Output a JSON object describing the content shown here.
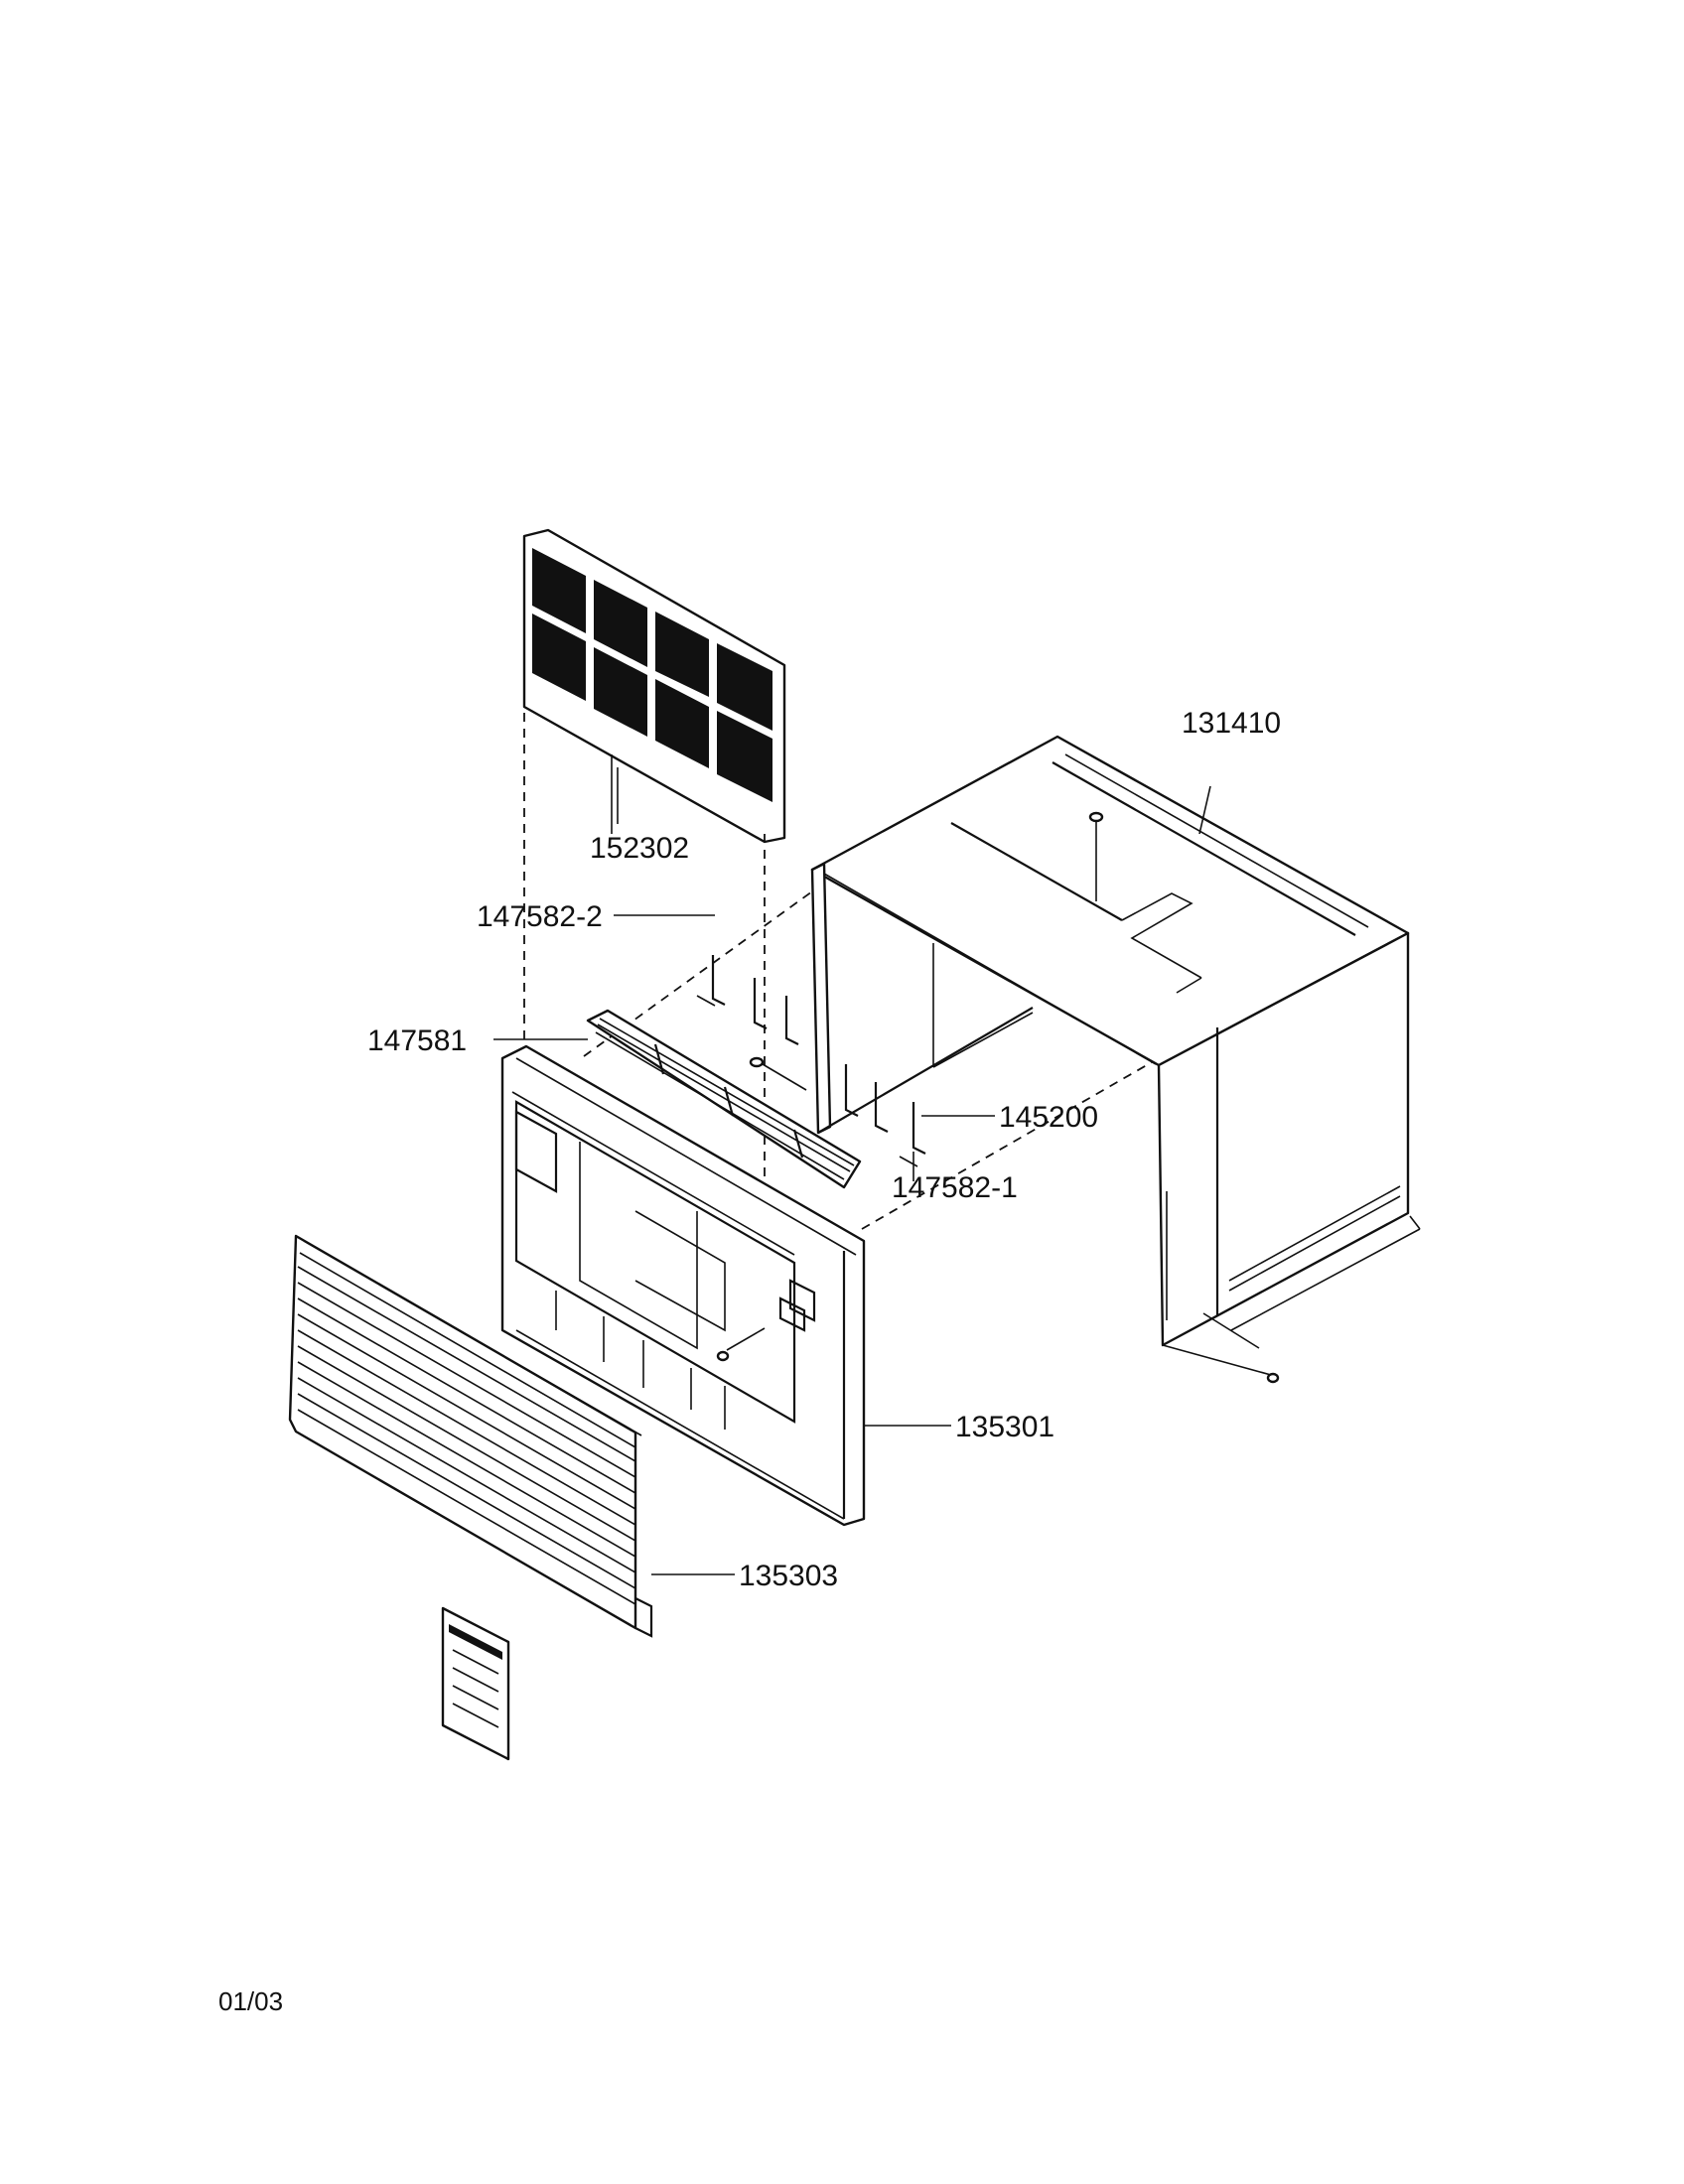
{
  "parts": {
    "filter": "152302",
    "cabinet": "131410",
    "bracket_left": "147582-2",
    "louver": "147581",
    "screw": "145200",
    "bracket_right": "147582-1",
    "front_frame": "135301",
    "grille": "135303"
  },
  "footer": {
    "code": "01/03"
  }
}
